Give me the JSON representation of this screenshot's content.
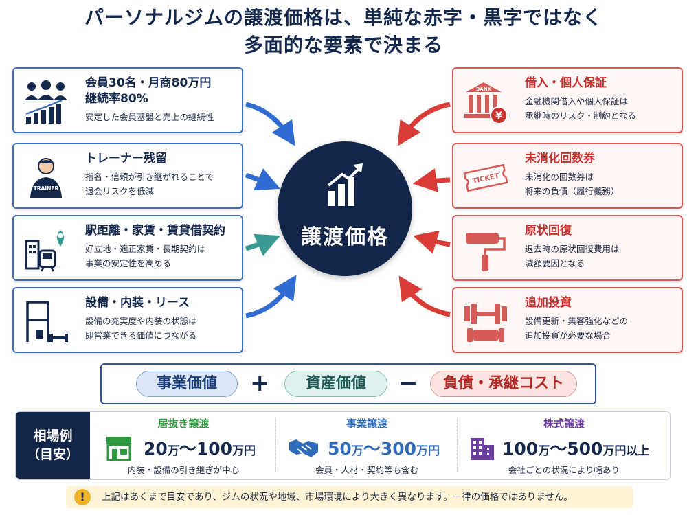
{
  "title": {
    "line1": "パーソナルジムの譲渡価格は、単純な赤字・黒字ではなく",
    "line2": "多面的な要素で決まる"
  },
  "center": {
    "label": "譲渡価格",
    "icon": "growth-chart-icon"
  },
  "left_cards": [
    {
      "icon": "members-growth-icon",
      "title1": "会員30名・月商80万円",
      "title2": "継続率80%",
      "desc1": "安定した会員基盤と売上の継続性",
      "desc2": ""
    },
    {
      "icon": "trainer-icon",
      "icon_text": "TRAINER",
      "title1": "トレーナー残留",
      "title2": "",
      "desc1": "指名・信頼が引き継がれることで",
      "desc2": "退会リスクを低減"
    },
    {
      "icon": "location-building-train-icon",
      "title1": "駅距離・家賃・賃貸借契約",
      "title2": "",
      "desc1": "好立地・適正家賃・長期契約は",
      "desc2": "事業の安定性を高める"
    },
    {
      "icon": "gym-equipment-icon",
      "title1": "設備・内装・リース",
      "title2": "",
      "desc1": "設備の充実度や内装の状態は",
      "desc2": "即営業できる価値につながる"
    }
  ],
  "right_cards": [
    {
      "icon": "bank-yen-icon",
      "icon_text": "BANK",
      "title1": "借入・個人保証",
      "desc1": "金融機関借入や個人保証は",
      "desc2": "承継時のリスク・制約となる"
    },
    {
      "icon": "ticket-icon",
      "icon_text": "TICKET",
      "title1": "未消化回数券",
      "desc1": "未消化の回数券は",
      "desc2": "将来の負債（履行義務）"
    },
    {
      "icon": "paint-roller-icon",
      "title1": "原状回復",
      "desc1": "退去時の原状回復費用は",
      "desc2": "減額要因となる"
    },
    {
      "icon": "dumbbell-icon",
      "title1": "追加投資",
      "desc1": "設備更新・集客強化などの",
      "desc2": "追加投資が必要な場合"
    }
  ],
  "formula": {
    "term1": "事業価値",
    "op1": "+",
    "term2": "資産価値",
    "op2": "−",
    "term3": "負債・承継コスト"
  },
  "market": {
    "label1": "相場例",
    "label2": "（目安）",
    "columns": [
      {
        "icon": "storefront-icon",
        "title": "居抜き譲渡",
        "value_a": "20",
        "unit_a": "万",
        "tilde": "～",
        "value_b": "100",
        "unit_b": "万円",
        "suffix": "",
        "note": "内装・設備の引き継ぎが中心",
        "title_color": "#2e9a3f"
      },
      {
        "icon": "handshake-icon",
        "title": "事業譲渡",
        "value_a": "50",
        "unit_a": "万",
        "tilde": "～",
        "value_b": "300",
        "unit_b": "万円",
        "suffix": "",
        "note": "会員・人材・契約等も含む",
        "title_color": "#2f6bb8"
      },
      {
        "icon": "office-building-icon",
        "title": "株式譲渡",
        "value_a": "100",
        "unit_a": "万",
        "tilde": "～",
        "value_b": "500",
        "unit_b": "万円",
        "suffix": "以上",
        "note": "会社ごとの状況により幅あり",
        "title_color": "#6d3fa0"
      }
    ]
  },
  "note": {
    "icon": "warning-icon",
    "mark": "!",
    "text": "上記はあくまで目安であり、ジムの状況や地域、市場環境により大きく異なります。一律の価格ではありません。"
  },
  "colors": {
    "navy": "#13264a",
    "blue": "#3e6fb6",
    "red": "#d65a55",
    "teal": "#3a9a92"
  }
}
